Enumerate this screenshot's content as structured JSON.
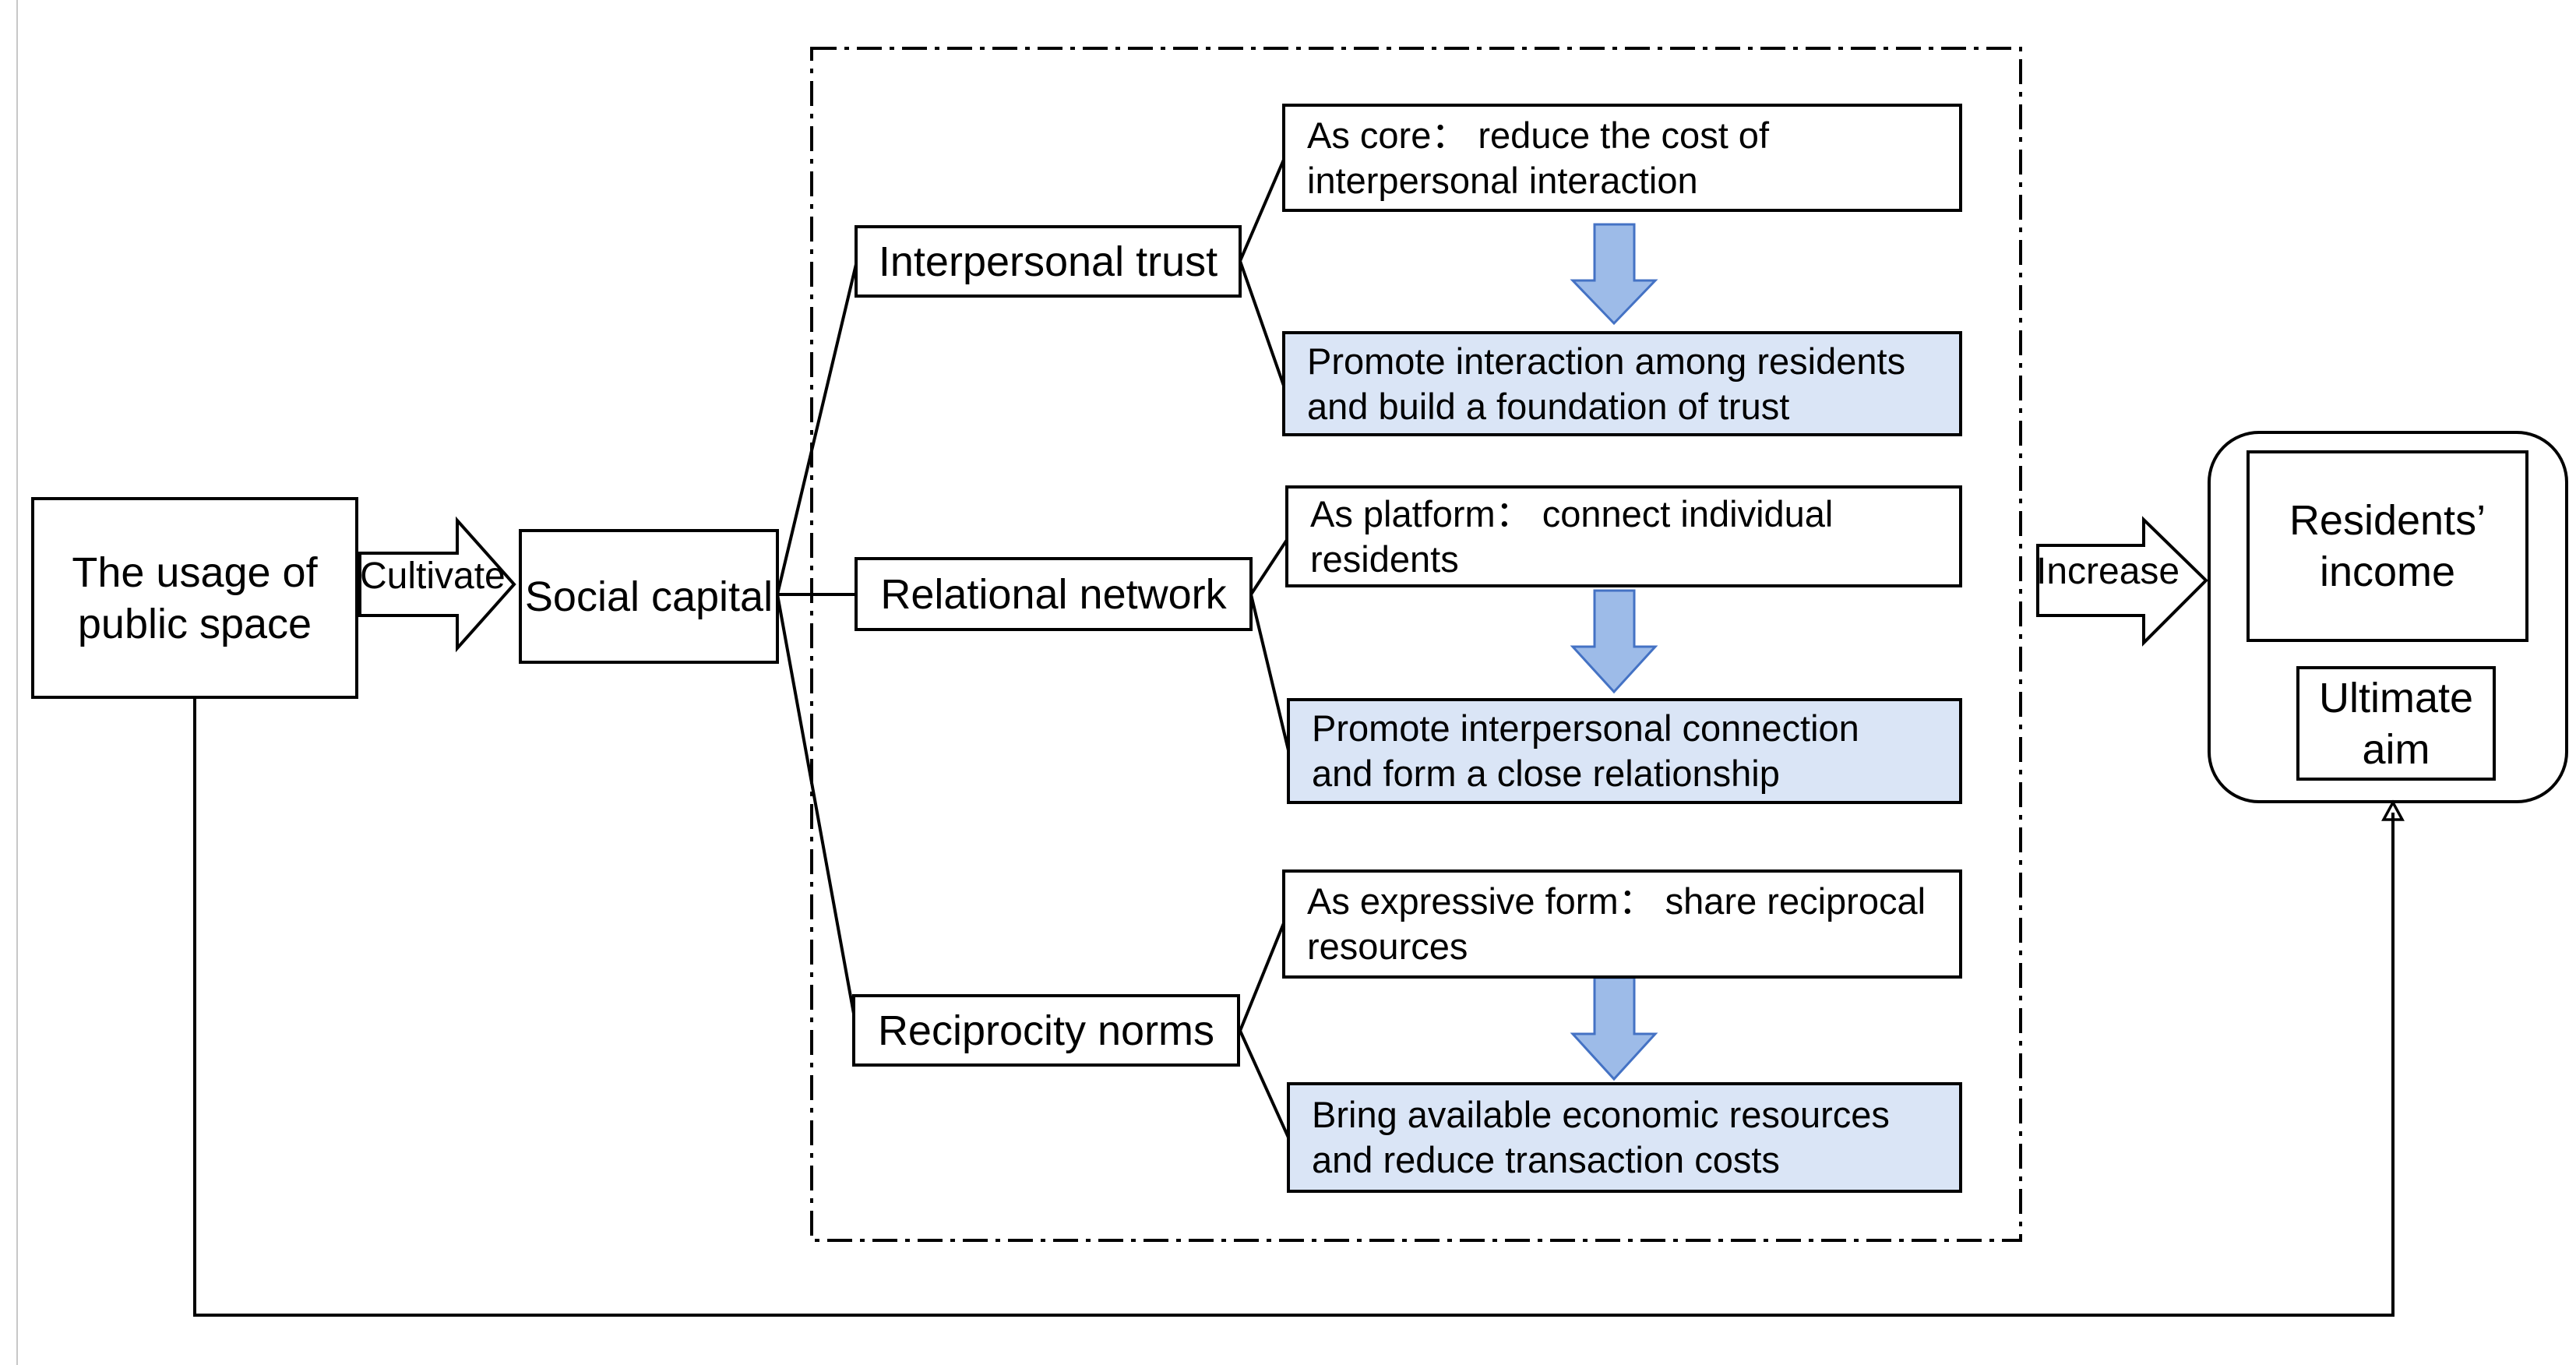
{
  "nodes": {
    "public_space": "The usage of\npublic space",
    "cultivate": "Cultivate",
    "social_capital": "Social capital",
    "interpersonal_trust": "Interpersonal trust",
    "relational_network": "Relational network",
    "reciprocity_norms": "Reciprocity norms",
    "trust_core": "As core： reduce the cost of\ninterpersonal interaction",
    "trust_promote": "Promote interaction among residents\nand build a foundation of trust",
    "network_platform": "As platform： connect individual\nresidents",
    "network_promote": "Promote interpersonal connection\nand form a  close relationship",
    "reciprocity_form": "As expressive form： share reciprocal\nresources",
    "reciprocity_bring": "Bring  available economic resources\nand reduce transaction costs",
    "increase": "Increase",
    "residents_income": "Residents’\nincome",
    "ultimate_aim": "Ultimate\naim"
  },
  "colors": {
    "stroke": "#000000",
    "highlight_fill": "#dae5f6",
    "down_arrow_fill": "#9dbbe8",
    "down_arrow_stroke": "#4472c4"
  }
}
